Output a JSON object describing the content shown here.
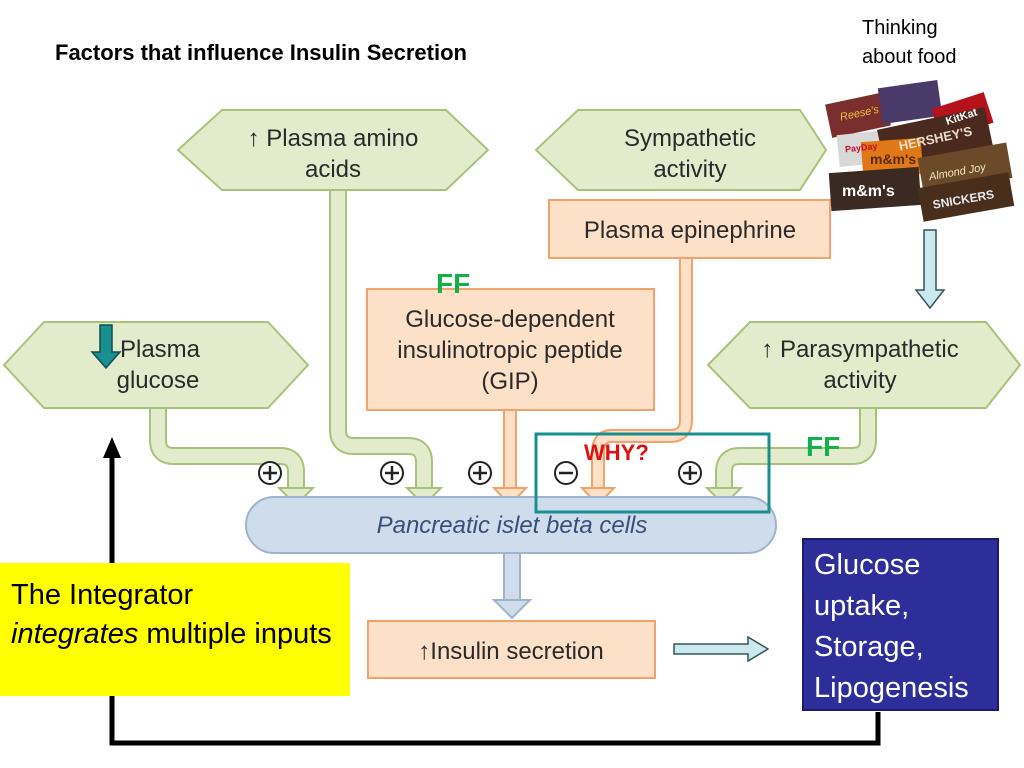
{
  "title": "Factors that influence Insulin Secretion",
  "thinking_about_food": [
    "Thinking",
    "about food"
  ],
  "nodes": {
    "amino_acids": [
      "↑ Plasma amino",
      "acids"
    ],
    "sympathetic": [
      "Sympathetic",
      "activity"
    ],
    "epinephrine": "Plasma epinephrine",
    "gip": [
      "Glucose-dependent",
      "insulinotropic peptide",
      "(GIP)"
    ],
    "glucose": [
      "Plasma",
      "glucose"
    ],
    "parasympathetic": [
      "↑ Parasympathetic",
      "activity"
    ],
    "beta_cells": "Pancreatic islet beta cells",
    "insulin_secretion": "↑Insulin secretion"
  },
  "signs": [
    "⊕",
    "⊕",
    "⊕",
    "⊖",
    "⊕"
  ],
  "ff_labels": [
    "FF",
    "FF"
  ],
  "why_label": "WHY?",
  "integrator": {
    "line1": "The Integrator",
    "italic": "integrates",
    "rest": " multiple inputs"
  },
  "glucose_uptake": [
    "Glucose",
    "uptake,",
    "Storage,",
    "Lipogenesis"
  ],
  "candy_labels": [
    "Reese's",
    "KitKat",
    "m&m's",
    "HERSHEY'S",
    "Almond Joy",
    "SNICKERS",
    "PayDay"
  ],
  "colors": {
    "hex_fill": "#e2eccd",
    "hex_stroke": "#a9c27a",
    "box_fill": "#fde0c8",
    "box_stroke": "#f2a36c",
    "beta_fill": "#cfdcec",
    "beta_stroke": "#9fb3cf",
    "ff_green": "#14b04b",
    "why_red": "#e01010",
    "teal": "#1a8f8f"
  }
}
